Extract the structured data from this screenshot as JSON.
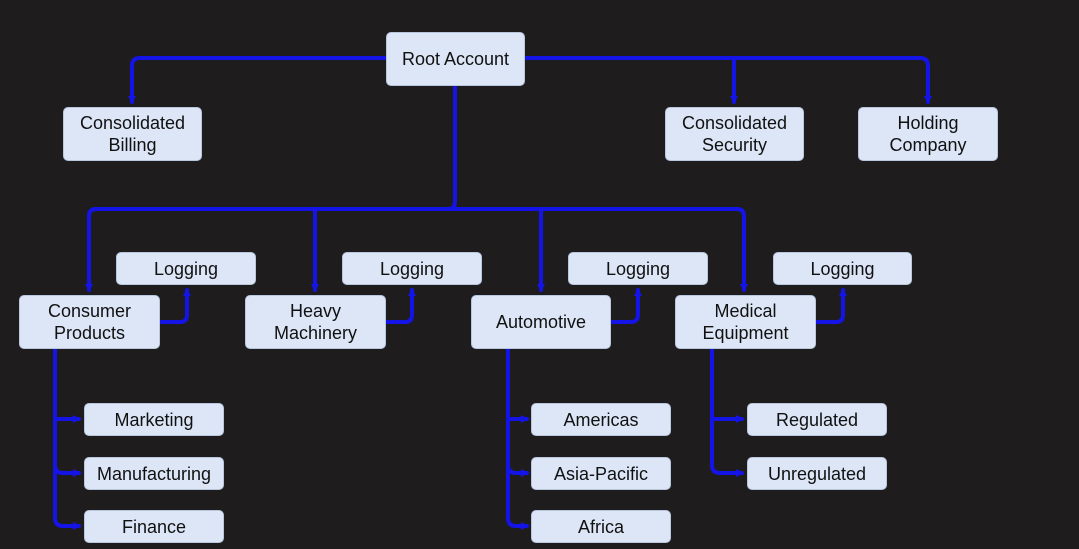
{
  "nodes": {
    "root": "Root Account",
    "consolidated_billing": "Consolidated\nBilling",
    "consolidated_security": "Consolidated\nSecurity",
    "holding_company": "Holding\nCompany",
    "consumer_products": "Consumer\nProducts",
    "heavy_machinery": "Heavy\nMachinery",
    "automotive": "Automotive",
    "medical_equipment": "Medical\nEquipment",
    "logging_1": "Logging",
    "logging_2": "Logging",
    "logging_3": "Logging",
    "logging_4": "Logging",
    "marketing": "Marketing",
    "manufacturing": "Manufacturing",
    "finance": "Finance",
    "americas": "Americas",
    "asia_pacific": "Asia-Pacific",
    "africa": "Africa",
    "regulated": "Regulated",
    "unregulated": "Unregulated"
  },
  "colors": {
    "background": "#1e1c1d",
    "node_fill": "#dce6f7",
    "connector": "#1414e6"
  }
}
